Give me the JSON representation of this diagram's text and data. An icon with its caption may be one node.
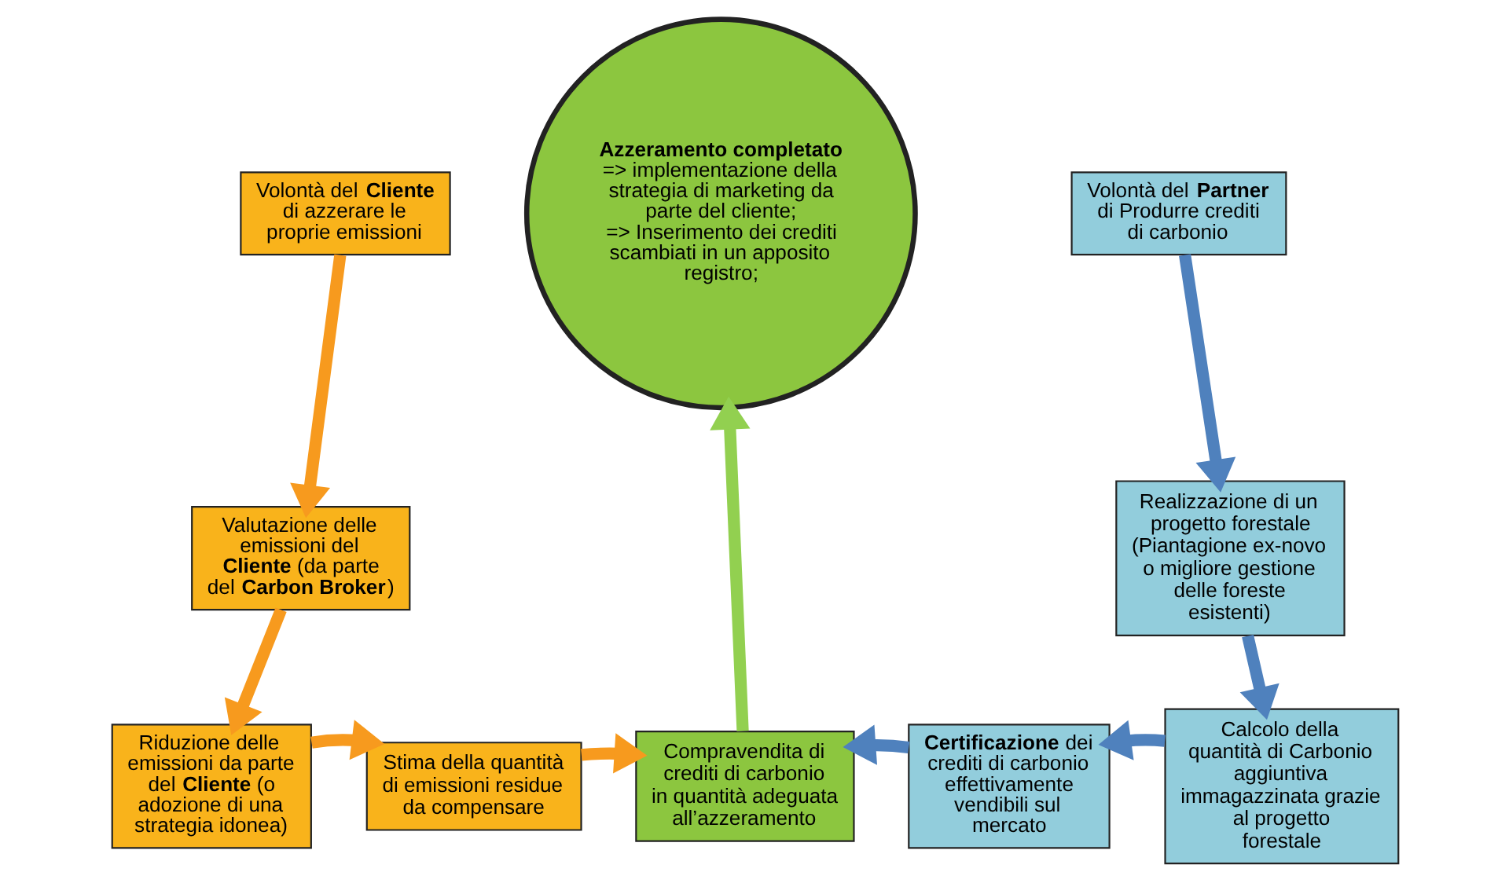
{
  "diagram": {
    "nodes": [
      {
        "text": [
          "Volontà del **Cliente** di azzerare le proprie emissioni"
        ]
      },
      {
        "text": [
          "Valutazione delle emissioni del **Cliente** (da parte del **Carbon Broker**)"
        ]
      },
      {
        "text": [
          "Riduzione delle emissioni da parte del **Cliente** (o adozione di una strategia idonea)"
        ]
      },
      {
        "text": [
          "Stima della quantità di emissioni residue da compensare"
        ]
      },
      {
        "text": [
          "Compravendita di crediti di carbonio in quantità adeguata all’azzeramento"
        ]
      },
      {
        "text": [
          "Azzeramento completato",
          "=> implementazione della strategia di marketing da parte del cliente;",
          "=> Inserimento dei crediti scambiati in un apposito registro;"
        ]
      },
      {
        "text": [
          "Volontà del **Partner** di Produrre crediti di carbonio"
        ]
      },
      {
        "text": [
          "Realizzazione di un progetto forestale (Piantagione ex-novo o migliore gestione delle foreste esistenti)"
        ]
      },
      {
        "text": [
          "Calcolo della quantità di Carbonio aggiuntiva immagazzinata grazie al progetto forestale"
        ]
      },
      {
        "text": [
          "**Certificazione** dei crediti di carbonio effettivamente vendibili sul mercato"
        ]
      }
    ],
    "edges": [
      {
        "from": 0,
        "to": 1,
        "arrow": "to",
        "color": "#f79a1e"
      },
      {
        "from": 1,
        "to": 2,
        "arrow": "to",
        "color": "#f79a1e"
      },
      {
        "from": 2,
        "to": 3,
        "arrow": "to",
        "color": "#f79a1e"
      },
      {
        "from": 3,
        "to": 4,
        "arrow": "to",
        "color": "#f79a1e"
      },
      {
        "from": 4,
        "to": 5,
        "arrow": "to",
        "color": "#92d050"
      },
      {
        "from": 6,
        "to": 7,
        "arrow": "to",
        "color": "#4f81bd"
      },
      {
        "from": 7,
        "to": 8,
        "arrow": "to",
        "color": "#4f81bd"
      },
      {
        "from": 8,
        "to": 9,
        "arrow": "to",
        "color": "#4f81bd"
      },
      {
        "from": 9,
        "to": 4,
        "arrow": "to",
        "color": "#4f81bd"
      }
    ]
  }
}
